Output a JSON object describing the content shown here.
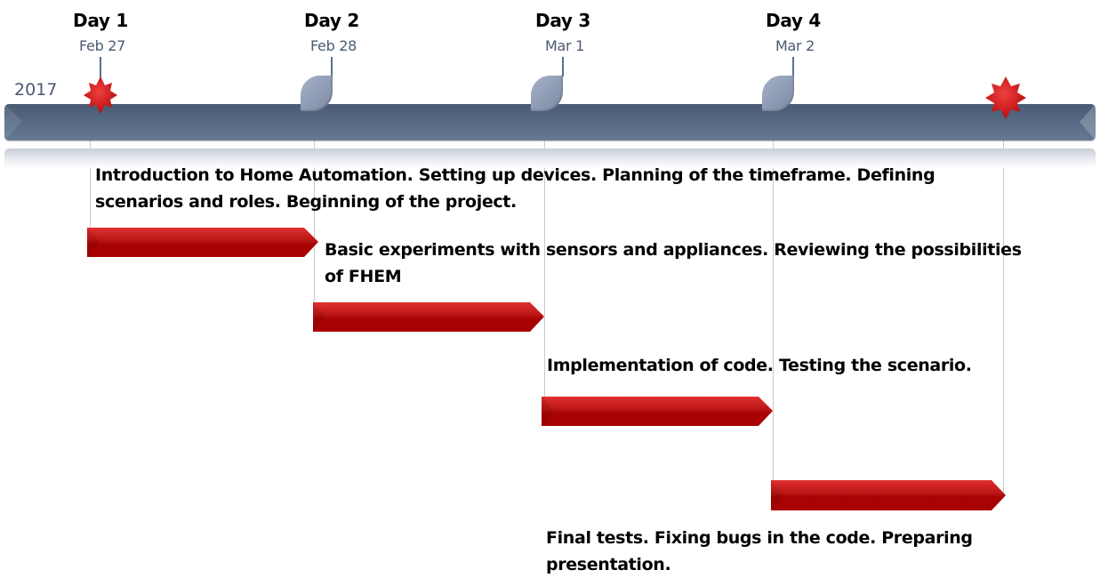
{
  "timeline": {
    "year": "2017",
    "milestones": [
      {
        "day": "Day 1",
        "date": "Feb 27",
        "marker": "star-icon"
      },
      {
        "day": "Day 2",
        "date": "Feb 28",
        "marker": "leaf-icon"
      },
      {
        "day": "Day 3",
        "date": "Mar 1",
        "marker": "leaf-icon"
      },
      {
        "day": "Day 4",
        "date": "Mar 2",
        "marker": "leaf-icon"
      }
    ],
    "end_marker": "star-icon"
  },
  "tasks": [
    {
      "text": "Introduction to Home Automation. Setting up devices. Planning of the timeframe. Defining scenarios and roles. Beginning of the project.",
      "start": "Feb 27",
      "end": "Feb 28"
    },
    {
      "text": "Basic experiments with sensors and appliances. Reviewing the possibilities of FHEM",
      "start": "Feb 28",
      "end": "Mar 1"
    },
    {
      "text": "Implementation of code. Testing the scenario.",
      "start": "Mar 1",
      "end": "Mar 2"
    },
    {
      "text": "Final tests. Fixing bugs in the code. Preparing presentation.",
      "start": "Mar 2",
      "end": "Mar 3"
    }
  ],
  "colors": {
    "timeline_bar": "#566a84",
    "task_bar": "#b01010",
    "star": "#d81e1e",
    "leaf": "#95a2bb",
    "date_text": "#4a5a72"
  }
}
